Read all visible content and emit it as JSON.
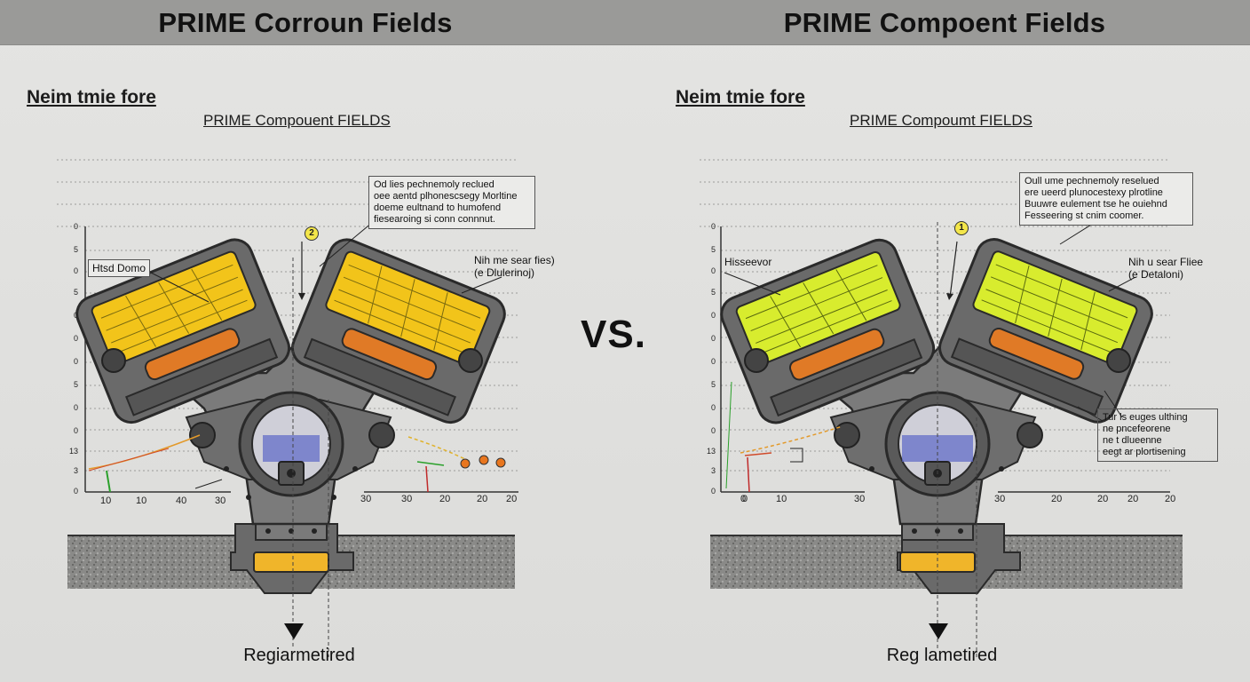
{
  "header": {
    "left_title": "PRIME Corroun Fields",
    "right_title": "PRIME Compoent Fields"
  },
  "vs": "VS.",
  "panels": [
    {
      "subtitle": "Neim tmie fore",
      "heading": "PRIME Compouent FIELDS",
      "callout": [
        "Od lies pechnemoly reclued",
        "oee aentd plhonescsegy Morltine",
        "doeme eultnand to humofend",
        "fiesearoing si conn connnut."
      ],
      "side_tag": "Htsd Domo",
      "right_tag": [
        "Nih me sear fies)",
        "(e Dlulerinoj)"
      ],
      "badge": "2",
      "y_ticks": [
        "0",
        "5",
        "0",
        "5",
        "0",
        "0",
        "0",
        "5",
        "0",
        "0",
        "13",
        "3",
        "0"
      ],
      "x_ticks_left": [
        "10",
        "10",
        "40",
        "30"
      ],
      "x_ticks_right": [
        "30",
        "30",
        "20",
        "20",
        "20"
      ],
      "bottom_label": "Regiarmetired",
      "colors": {
        "field": "#f2c41a",
        "core": "#e07a26",
        "base": "#f0b52a"
      }
    },
    {
      "subtitle": "Neim tmie fore",
      "heading": "PRIME Compoumt FIELDS",
      "callout": [
        "Oull ume pechnemoly reselued",
        "ere ueerd plunocestexy plrotline",
        "Buuwre eulement tse he ouiehnd",
        "Fesseering st cnim coomer."
      ],
      "side_tag": "Hisseevor",
      "right_tag": [
        "Nih u sear Fliee",
        "(e Detaloni)"
      ],
      "extra_callout": [
        "Tur ls euges ulthing",
        "ne pncefeorene",
        "ne t dlueenne",
        "eegt ar plortisening"
      ],
      "badge": "1",
      "y_ticks": [
        "0",
        "5",
        "0",
        "5",
        "0",
        "0",
        "0",
        "5",
        "0",
        "0",
        "13",
        "3",
        "0"
      ],
      "x_ticks_left": [
        "0",
        "0",
        "10",
        "30"
      ],
      "x_ticks_right": [
        "30",
        "20",
        "20",
        "20",
        "20"
      ],
      "bottom_label": "Reg lametired",
      "colors": {
        "field": "#d8ec2e",
        "core": "#e07a26",
        "base": "#f0b52a"
      }
    }
  ]
}
